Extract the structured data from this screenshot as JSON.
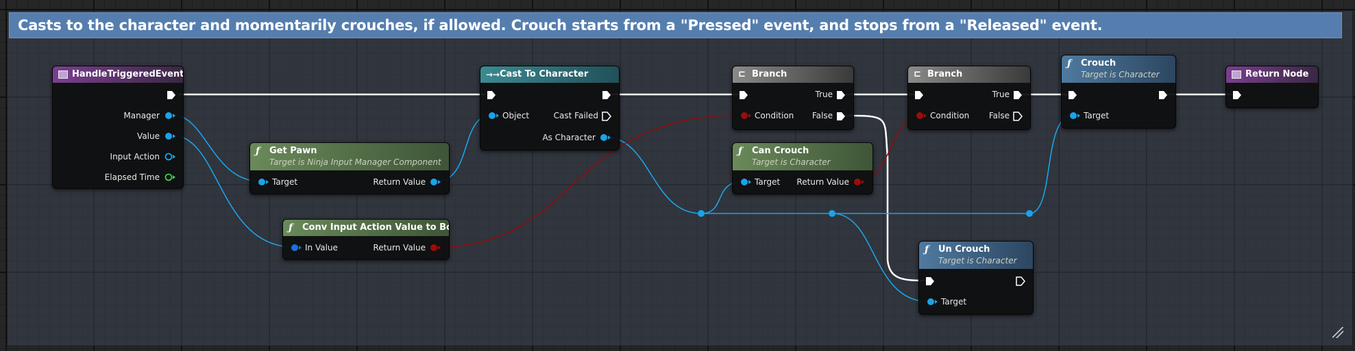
{
  "comment": {
    "title": "Casts to the character and momentarily crouches, if allowed. Crouch starts from a \"Pressed\" event, and stops from a \"Released\" event."
  },
  "colors": {
    "event_header": "#7a3f8f",
    "function_pure": "#556f4a",
    "function_call": "#3c5a78",
    "cast_header": "#2f6f78",
    "branch_header": "#5e5e5e",
    "object_pin": "#1aa3e8",
    "bool_pin": "#9b0d0d",
    "struct_pin": "#2f9fe0",
    "float_pin": "#39d14b",
    "exec_wire": "#ffffff"
  },
  "nodes": {
    "handle_event": {
      "title": "HandleTriggeredEvent",
      "icon": "event-icon",
      "pins": {
        "manager": "Manager",
        "value": "Value",
        "input_action": "Input Action",
        "elapsed_time": "Elapsed Time"
      }
    },
    "get_pawn": {
      "title": "Get Pawn",
      "subtitle": "Target is Ninja Input Manager Component",
      "icon": "function-icon",
      "pins": {
        "target": "Target",
        "return_value": "Return Value"
      }
    },
    "conv_input": {
      "title": "Conv Input Action Value to Bool",
      "icon": "function-icon",
      "pins": {
        "in_value": "In Value",
        "return_value": "Return Value"
      }
    },
    "cast": {
      "title": "Cast To Character",
      "icon": "cast-icon",
      "pins": {
        "object": "Object",
        "cast_failed": "Cast Failed",
        "as_character": "As Character"
      }
    },
    "branch1": {
      "title": "Branch",
      "icon": "branch-icon",
      "pins": {
        "condition": "Condition",
        "true": "True",
        "false": "False"
      }
    },
    "can_crouch": {
      "title": "Can Crouch",
      "subtitle": "Target is Character",
      "icon": "function-icon",
      "pins": {
        "target": "Target",
        "return_value": "Return Value"
      }
    },
    "branch2": {
      "title": "Branch",
      "icon": "branch-icon",
      "pins": {
        "condition": "Condition",
        "true": "True",
        "false": "False"
      }
    },
    "crouch": {
      "title": "Crouch",
      "subtitle": "Target is Character",
      "icon": "function-icon",
      "pins": {
        "target": "Target"
      }
    },
    "uncrouch": {
      "title": "Un Crouch",
      "subtitle": "Target is Character",
      "icon": "function-icon",
      "pins": {
        "target": "Target"
      }
    },
    "return_node": {
      "title": "Return Node",
      "icon": "function-icon"
    }
  }
}
